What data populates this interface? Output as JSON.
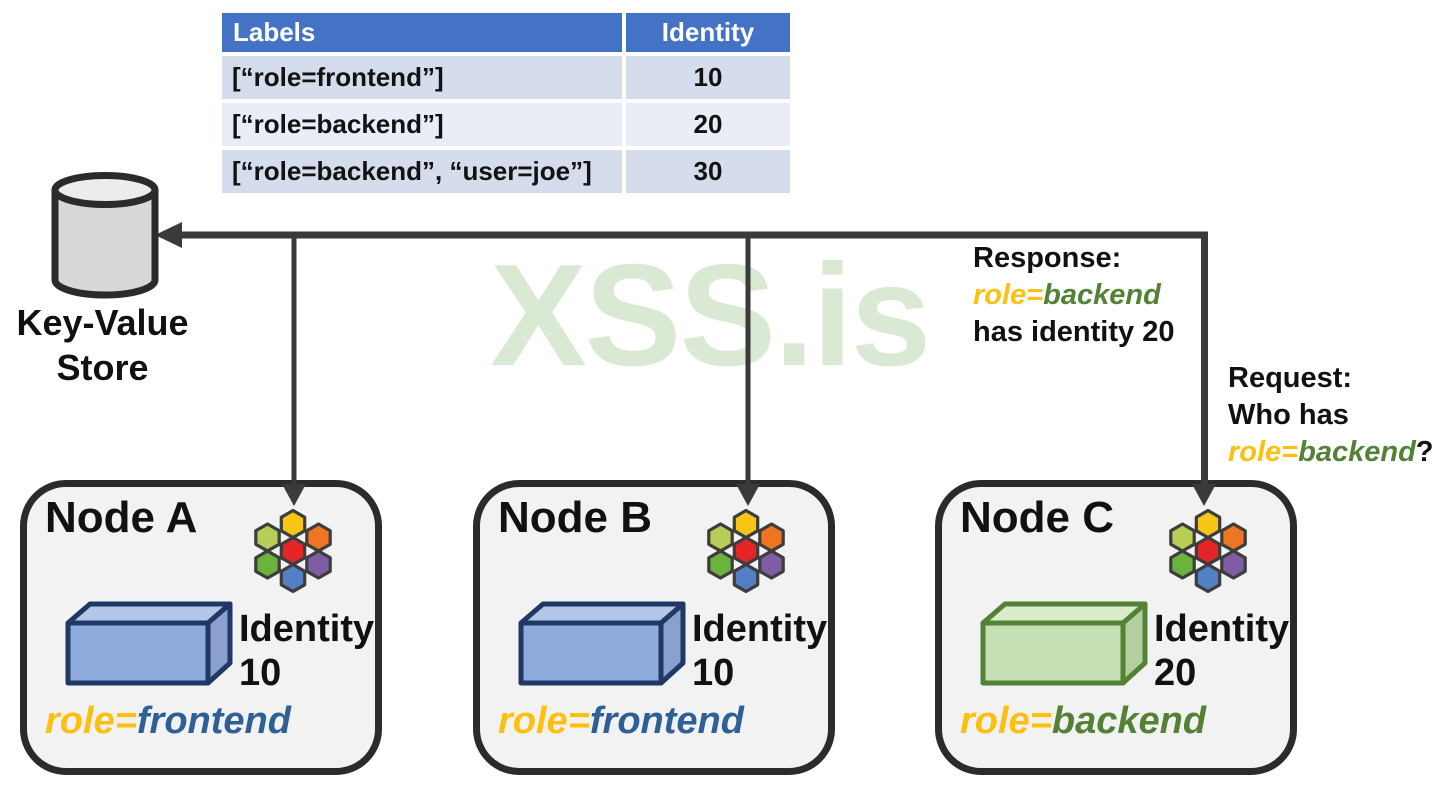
{
  "table": {
    "headers": [
      "Labels",
      "Identity"
    ],
    "rows": [
      {
        "labels": "[“role=frontend”]",
        "identity": "10"
      },
      {
        "labels": "[“role=backend”]",
        "identity": "20"
      },
      {
        "labels": "[“role=backend”, “user=joe”]",
        "identity": "30"
      }
    ]
  },
  "kv_store": {
    "label_line1": "Key-Value",
    "label_line2": "Store"
  },
  "watermark": {
    "text": "XSS.is"
  },
  "response": {
    "title": "Response:",
    "role_key": "role=",
    "role_value": "backend",
    "detail": "has identity 20"
  },
  "request": {
    "title": "Request:",
    "line2": "Who has",
    "role_key": "role=",
    "role_value": "backend",
    "question_mark": "?"
  },
  "nodes": [
    {
      "title": "Node A",
      "identity_label": "Identity",
      "identity_value": "10",
      "role_key": "role=",
      "role_value": "frontend"
    },
    {
      "title": "Node B",
      "identity_label": "Identity",
      "identity_value": "10",
      "role_key": "role=",
      "role_value": "frontend"
    },
    {
      "title": "Node C",
      "identity_label": "Identity",
      "identity_value": "20",
      "role_key": "role=",
      "role_value": "backend"
    }
  ],
  "icons": {
    "kv_store": "database-cylinder-icon",
    "node_identity": "hexagon-cluster-icon",
    "identity_block": "3d-box-icon",
    "arrows": "connector-arrows"
  },
  "colors": {
    "accent_gold": "#FDC012",
    "frontend_blue": "#2E6095",
    "backend_green": "#538135",
    "table_header_blue": "#4472C4",
    "table_row_dark": "#D5DCEC",
    "table_row_light": "#E9EDF6",
    "node_fill": "#F2F2F2",
    "node_border": "#2B2B2B",
    "arrow_gray": "#3A3A3A",
    "watermark_green": "#D9E9D3",
    "box_blue_front": "#8FAADC",
    "box_blue_top": "#B4C7E8",
    "box_blue_edge": "#1F3864",
    "box_green_front": "#C5E0B4",
    "box_green_top": "#DAEBCC",
    "box_green_edge": "#538135",
    "hex_yellow": "#F7C515",
    "hex_orange": "#EF7522",
    "hex_red": "#E62528",
    "hex_light_green": "#B6CD56",
    "hex_green": "#6CB33E",
    "hex_purple": "#7E5DA5",
    "hex_blue": "#5380C4",
    "cylinder_fill": "#D8D8D8"
  }
}
